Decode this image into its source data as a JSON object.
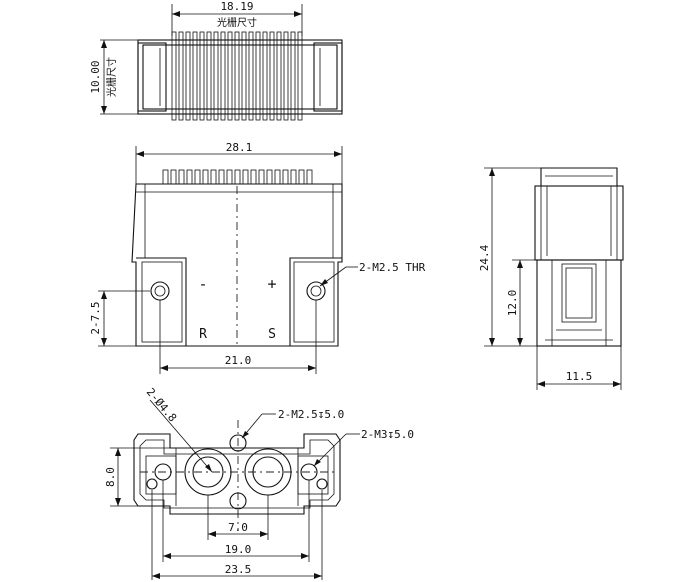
{
  "dimensions": {
    "top_width": "18.19",
    "top_width_note": "光栅尺寸",
    "top_height": "10.00",
    "top_height_note": "光栅尺寸",
    "front_width": "28.1",
    "hole_offset": "2-7.5",
    "hole_spacing": "21.0",
    "thread_label": "2-M2.5 THR",
    "side_height": "24.4",
    "side_inner_height": "12.0",
    "side_width": "11.5",
    "bottom_dia": "2-Ø4.8",
    "bottom_m25": "2-M2.5↧5.0",
    "bottom_m3": "2-M3↧5.0",
    "bottom_height": "8.0",
    "bottom_7": "7.0",
    "bottom_19": "19.0",
    "bottom_235": "23.5"
  },
  "markings": {
    "minus": "-",
    "plus": "+",
    "r": "R",
    "s": "S"
  }
}
